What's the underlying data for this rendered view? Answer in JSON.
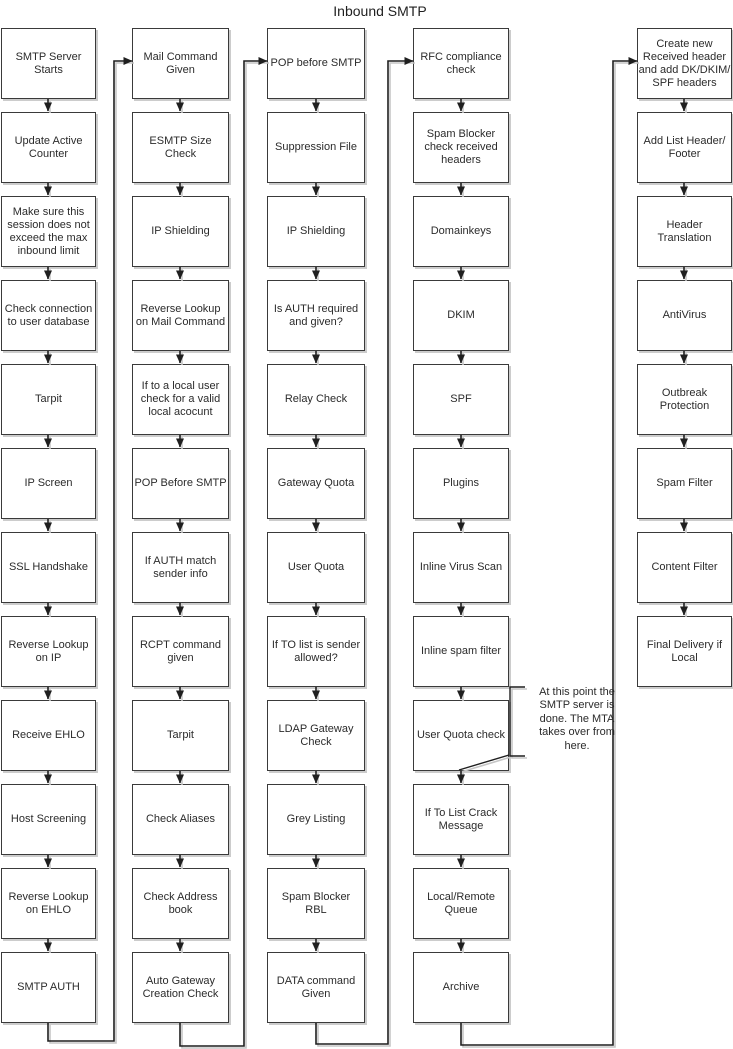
{
  "title": "Inbound SMTP",
  "columns": [
    {
      "name": "column-1",
      "boxes": [
        "SMTP Server\nStarts",
        "Update Active\nCounter",
        "Make sure this\nsession does not\nexceed the max\ninbound limit",
        "Check connection\nto user database",
        "Tarpit",
        "IP Screen",
        "SSL Handshake",
        "Reverse Lookup\non IP",
        "Receive EHLO",
        "Host Screening",
        "Reverse Lookup\non EHLO",
        "SMTP AUTH"
      ]
    },
    {
      "name": "column-2",
      "boxes": [
        "Mail Command\nGiven",
        "ESMTP Size\nCheck",
        "IP Shielding",
        "Reverse Lookup\non Mail Command",
        "If to a local user\ncheck for a valid\nlocal acocunt",
        "POP Before SMTP",
        "If AUTH match\nsender info",
        "RCPT command\ngiven",
        "Tarpit",
        "Check Aliases",
        "Check Address\nbook",
        "Auto Gateway\nCreation Check"
      ]
    },
    {
      "name": "column-3",
      "boxes": [
        "POP before SMTP",
        "Suppression File",
        "IP Shielding",
        "Is AUTH required\nand given?",
        "Relay Check",
        "Gateway Quota",
        "User Quota",
        "If TO list is sender\nallowed?",
        "LDAP Gateway\nCheck",
        "Grey Listing",
        "Spam Blocker\nRBL",
        "DATA command\nGiven"
      ]
    },
    {
      "name": "column-4",
      "boxes": [
        "RFC compliance\ncheck",
        "Spam Blocker\ncheck received\nheaders",
        "Domainkeys",
        "DKIM",
        "SPF",
        "Plugins",
        "Inline Virus Scan",
        "Inline spam filter",
        "User Quota check",
        "If To List Crack\nMessage",
        "Local/Remote\nQueue",
        "Archive"
      ]
    },
    {
      "name": "column-5",
      "boxes": [
        "Create new\nReceived header\nand add DK/DKIM/\nSPF headers",
        "Add List Header/\nFooter",
        "Header\nTranslation",
        "AntiVirus",
        "Outbreak\nProtection",
        "Spam Filter",
        "Content Filter",
        "Final Delivery if\nLocal"
      ]
    }
  ],
  "annotation": {
    "text": "At this point the\nSMTP server is\ndone.  The MTA\ntakes over from\nhere."
  },
  "colors": {
    "background": "#ffffff",
    "line": "#1f1f1f",
    "box_border": "#3a3a3a",
    "text": "#2b2b2b",
    "shadow": "#c6c6c6"
  }
}
